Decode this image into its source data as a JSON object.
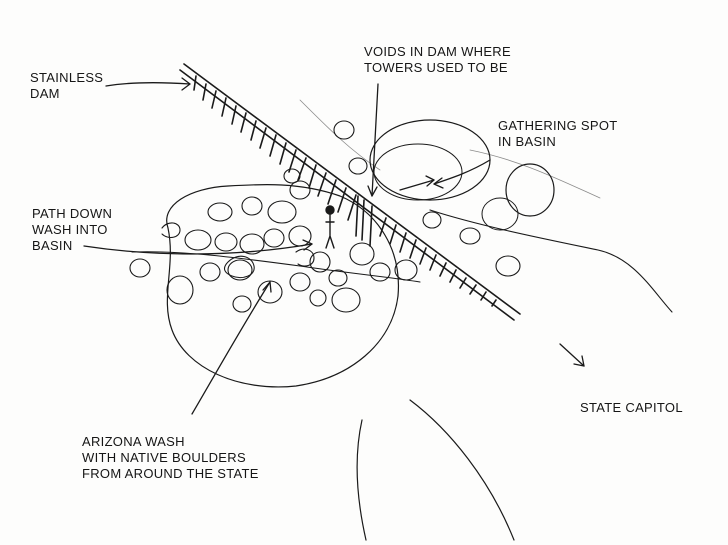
{
  "annotations": {
    "stainless_dam": [
      "STAINLESS",
      "DAM"
    ],
    "voids_in_dam": [
      "VOIDS IN DAM WHERE",
      "TOWERS USED TO BE"
    ],
    "gathering_spot": [
      "GATHERING SPOT",
      "IN BASIN"
    ],
    "path_down_wash": [
      "PATH DOWN",
      "WASH INTO",
      "BASIN"
    ],
    "state_capitol": [
      "STATE CAPITOL"
    ],
    "arizona_wash": [
      "ARIZONA WASH",
      "WITH NATIVE BOULDERS",
      "FROM AROUND THE STATE"
    ]
  },
  "colors": {
    "ink": "#1a1a1a",
    "paper": "#fdfdfc"
  }
}
